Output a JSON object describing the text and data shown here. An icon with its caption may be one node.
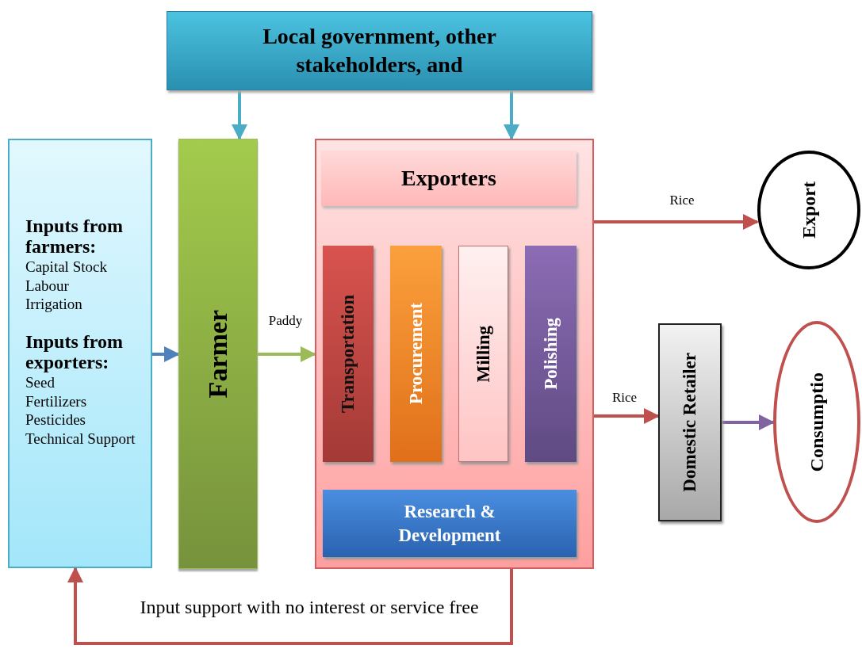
{
  "diagram": {
    "nodes": [
      {
        "text": [
          "Local government, other stakeholders, and"
        ]
      },
      {
        "text": [
          "Inputs from farmers:",
          "Capital Stock",
          "Labour",
          "Irrigation",
          "Inputs from exporters:",
          "Seed",
          "Fertilizers",
          "Pesticides",
          "Technical Support"
        ]
      },
      {
        "text": [
          "Farmer"
        ]
      },
      {
        "text": [],
        "shape": "box"
      },
      {
        "text": [
          "Exporters"
        ],
        "in": 3
      },
      {
        "text": [
          "Transportation"
        ],
        "in": 3
      },
      {
        "text": [
          "Procurement"
        ],
        "in": 3
      },
      {
        "text": [
          "Milling"
        ],
        "in": 3
      },
      {
        "text": [
          "Polishing"
        ],
        "in": 3
      },
      {
        "text": [
          "Research & Development"
        ],
        "in": 3
      },
      {
        "text": [
          "Export"
        ]
      },
      {
        "text": [
          "Domestic Retailer"
        ]
      },
      {
        "text": [
          "Consumptio"
        ]
      }
    ],
    "edges": [
      {
        "from": 0,
        "to": 2,
        "arrow": "to",
        "color": "#4bacc6"
      },
      {
        "from": 0,
        "to": 3,
        "arrow": "to",
        "color": "#4bacc6"
      },
      {
        "from": 1,
        "to": 2,
        "arrow": "to",
        "color": "#4f81bd"
      },
      {
        "from": 2,
        "to": 3,
        "arrow": "to",
        "label": "Paddy",
        "color": "#9bbb59"
      },
      {
        "from": 3,
        "to": 10,
        "arrow": "to",
        "label": "Rice"
      },
      {
        "from": 3,
        "to": 11,
        "arrow": "to",
        "label": "Rice"
      },
      {
        "from": 11,
        "to": 12,
        "arrow": "to",
        "color": "#8064a2"
      },
      {
        "from": 3,
        "to": 1,
        "arrow": "to",
        "label": "Input support with no interest or service free"
      }
    ]
  }
}
